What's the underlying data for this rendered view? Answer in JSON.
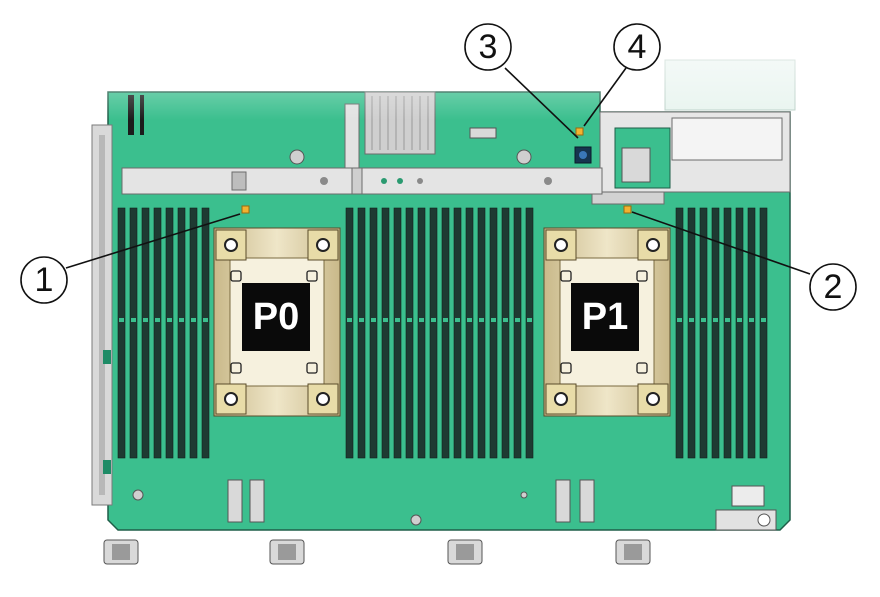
{
  "diagram": {
    "processors": [
      {
        "label": "P0"
      },
      {
        "label": "P1"
      }
    ],
    "callouts": [
      {
        "number": "1"
      },
      {
        "number": "2"
      },
      {
        "number": "3"
      },
      {
        "number": "4"
      }
    ],
    "colors": {
      "board": "#3bbf8e",
      "board_dark": "#2a9a70",
      "dimm_slot": "#1e3a32",
      "led_amber": "#f2b230",
      "led_blue": "#3a78b8",
      "cpu_frame": "#e8dca8",
      "chip": "#0a0a0a",
      "metal": "#d7d7d7"
    }
  }
}
